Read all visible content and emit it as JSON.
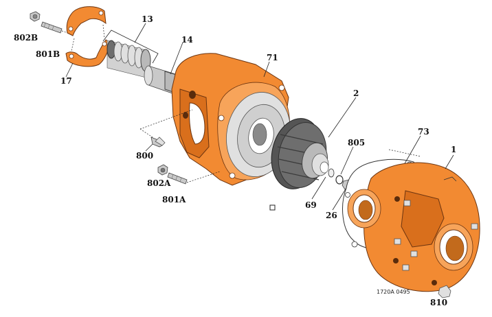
{
  "diagram": {
    "callouts": {
      "c802B": "802B",
      "c801B": "801B",
      "c17": "17",
      "c13": "13",
      "c14": "14",
      "c71": "71",
      "c2": "2",
      "c805": "805",
      "c73": "73",
      "c1": "1",
      "c800": "800",
      "c802A": "802A",
      "c801A": "801A",
      "c69": "69",
      "c26": "26",
      "c810": "810"
    },
    "drawing_number": "1720A 0495",
    "colors": {
      "casting": "#f28a32",
      "impeller": "#6e6e6e",
      "backplate": "#b9b9b9",
      "gasket": "#ffffff"
    }
  }
}
